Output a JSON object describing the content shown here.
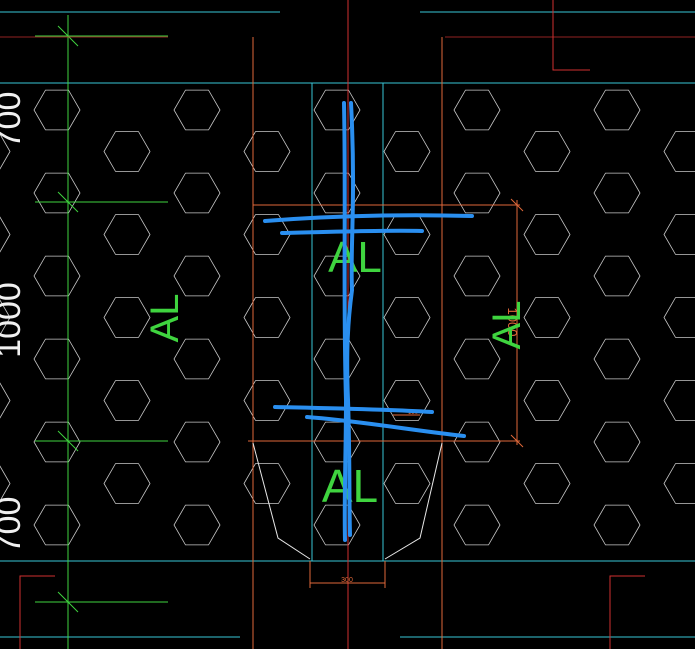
{
  "drawing": {
    "labels": {
      "zone_upper": "AL",
      "zone_lower": "AL",
      "zone_left": "AL",
      "zone_right": "AL"
    },
    "dimensions": {
      "vertical_span": "1000",
      "bottom_width": "300",
      "inner_small": "150"
    },
    "edge_annotations": {
      "left_top": "700",
      "left_mid": "1000",
      "left_bottom": "700"
    },
    "colors": {
      "background": "#000000",
      "cyan_lines": "#39c6d6",
      "green_lines": "#3fd43f",
      "red_lines": "#d03030",
      "orange_lines": "#e0683a",
      "hex_pattern": "#c8c8c8",
      "blue_markup": "#2a8ff0",
      "text_green": "#3fd43f"
    }
  }
}
